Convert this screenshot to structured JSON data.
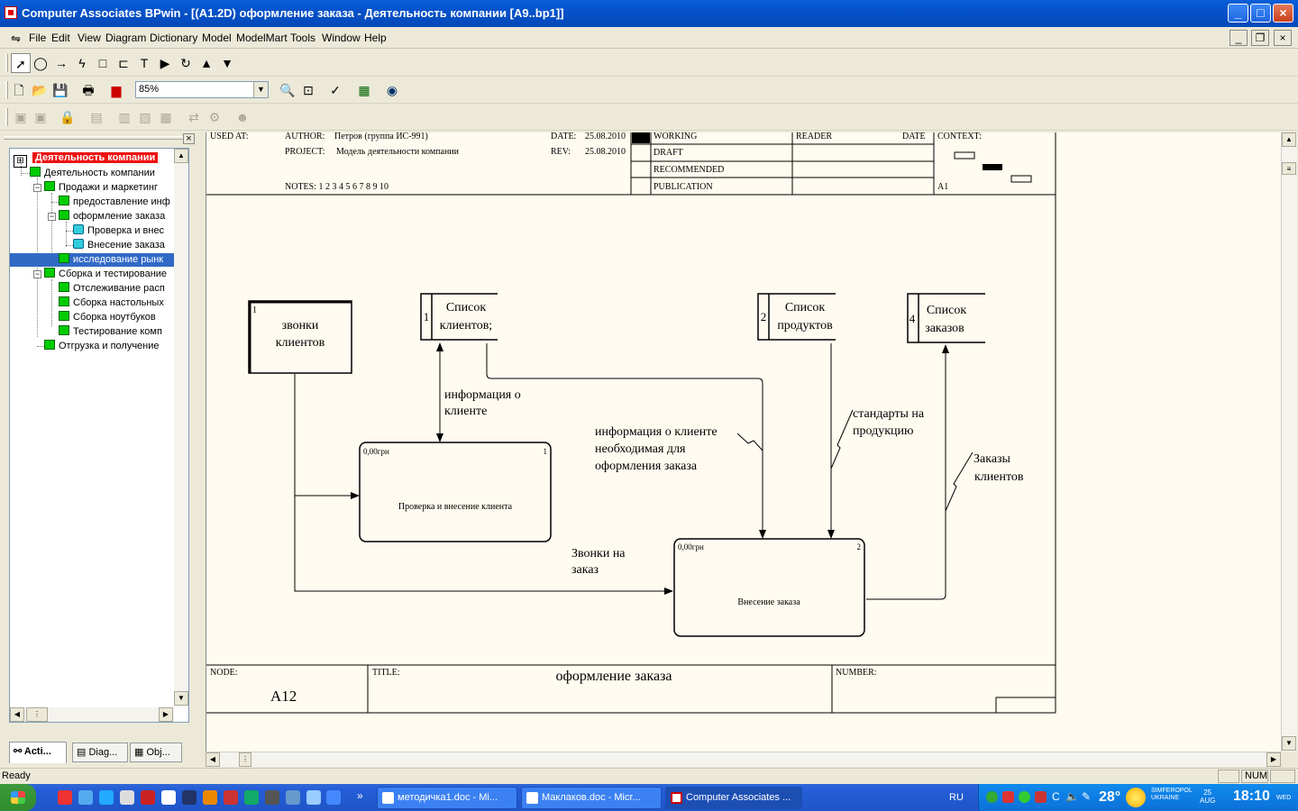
{
  "window": {
    "title": "Computer Associates BPwin - [(A1.2D) оформление заказа  - Деятельность компании  [A9..bp1]]"
  },
  "menu": [
    "File",
    "Edit",
    "View",
    "Diagram",
    "Dictionary",
    "Model",
    "ModelMart",
    "Tools",
    "Window",
    "Help"
  ],
  "toolbar": {
    "zoom": "85%"
  },
  "tree": {
    "root": "Деятельность компании",
    "items": [
      {
        "label": "Деятельность компании",
        "level": 1
      },
      {
        "label": "Продажи и маркетинг",
        "level": 2
      },
      {
        "label": "предоставление инф",
        "level": 3
      },
      {
        "label": "оформление заказа",
        "level": 3
      },
      {
        "label": "Проверка и внес",
        "level": 4
      },
      {
        "label": "Внесение заказа",
        "level": 4
      },
      {
        "label": "исследование рынк",
        "level": 3
      },
      {
        "label": "Сборка и тестирование",
        "level": 2
      },
      {
        "label": "Отслеживание расп",
        "level": 3
      },
      {
        "label": "Сборка настольных",
        "level": 3
      },
      {
        "label": "Сборка ноутбуков",
        "level": 3
      },
      {
        "label": "Тестирование  комп",
        "level": 3
      },
      {
        "label": "Отгрузка и получение",
        "level": 2
      }
    ],
    "tabs": [
      "Acti...",
      "Diag...",
      "Obj..."
    ]
  },
  "header": {
    "used_at": "USED AT:",
    "author_label": "AUTHOR:",
    "author": "Петров (группа ИС-991)",
    "project_label": "PROJECT:",
    "project": "Модель деятельности компании",
    "date_label": "DATE:",
    "date": "25.08.2010",
    "rev_label": "REV:",
    "rev": "25.08.2010",
    "notes": "NOTES:  1  2  3  4  5  6  7  8  9  10",
    "working": "WORKING",
    "draft": "DRAFT",
    "recommended": "RECOMMENDED",
    "publication": "PUBLICATION",
    "reader": "READER",
    "date2": "DATE",
    "context": "CONTEXT:",
    "context_node": "A1"
  },
  "diagram": {
    "external": {
      "num": "1",
      "line1": "звонки",
      "line2": "клиентов"
    },
    "stores": [
      {
        "num": "1",
        "line1": "Список",
        "line2": "клиентов;"
      },
      {
        "num": "2",
        "line1": "Список",
        "line2": "продуктов"
      },
      {
        "num": "4",
        "line1": "Список",
        "line2": "заказов"
      }
    ],
    "processes": [
      {
        "cost": "0,00грн",
        "num": "1",
        "name": "Проверка и внесение клиента"
      },
      {
        "cost": "0,00грн",
        "num": "2",
        "name": "Внесение заказа"
      }
    ],
    "labels": {
      "l1a": "информация о",
      "l1b": "клиенте",
      "l2a": "информация о клиенте",
      "l2b": "необходимая для",
      "l2c": "оформления заказа",
      "l3a": "стандарты на",
      "l3b": "продукцию",
      "l4a": "Заказы",
      "l4b": "клиентов",
      "l5a": "Звонки на",
      "l5b": "заказ"
    }
  },
  "footer": {
    "node_label": "NODE:",
    "node": "A12",
    "title_label": "TITLE:",
    "title": "оформление заказа",
    "number_label": "NUMBER:"
  },
  "status": {
    "text": "Ready",
    "num": "NUM"
  },
  "taskbar": {
    "tasks": [
      "методичка1.doc - Mi...",
      "Маклаков.doc - Micr...",
      "Computer Associates ..."
    ],
    "lang": "RU",
    "temp": "28°",
    "city": "SIMFEROPOL",
    "country": "UKRAINE",
    "date_day": "25",
    "date_mon": "AUG",
    "time": "18:10",
    "weekday": "WED"
  }
}
